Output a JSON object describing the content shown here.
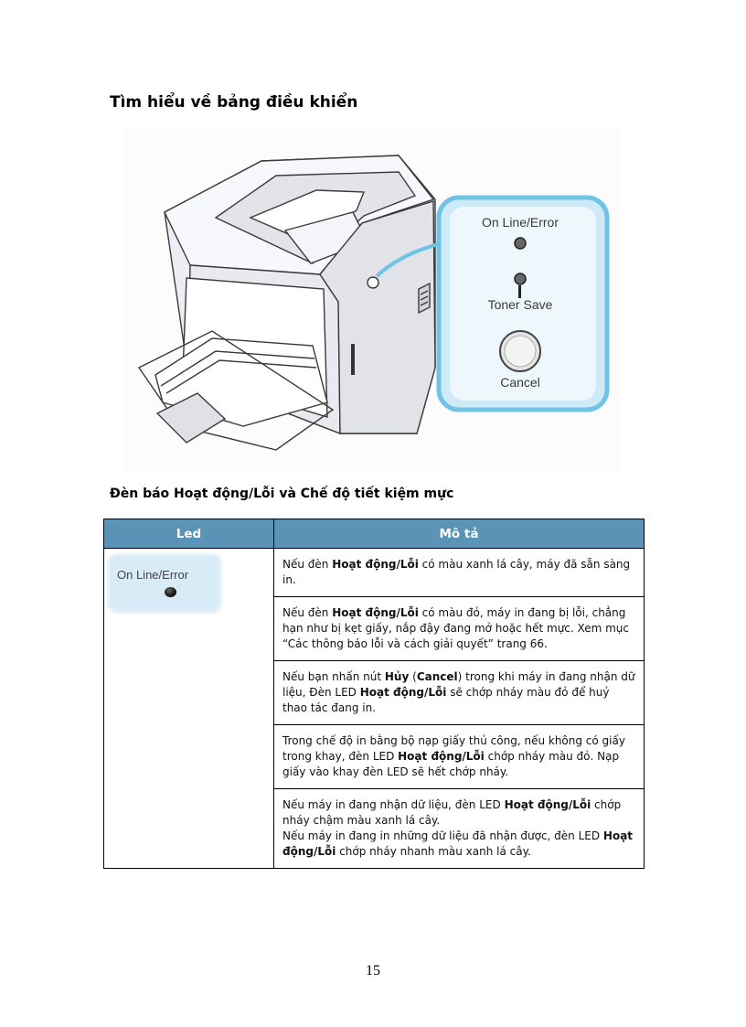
{
  "page": {
    "title": "Tìm hiểu về bảng điều khiển",
    "section_heading": "Đèn báo Hoạt động/Lỗi và Chế độ tiết kiệm mực",
    "page_number": "15"
  },
  "illustration": {
    "panel_labels": {
      "online_error": "On Line/Error",
      "toner_save": "Toner Save",
      "cancel": "Cancel"
    },
    "accent_color": "#6fc3e6"
  },
  "table": {
    "headers": {
      "led": "Led",
      "description": "Mô tả"
    },
    "header_color": "#5b93b7",
    "led_label": "On Line/Error",
    "rows": [
      {
        "parts": [
          {
            "t": "Nếu đèn "
          },
          {
            "t": "Hoạt động/Lỗi",
            "b": true
          },
          {
            "t": " có màu xanh lá cây, máy đã sẵn sàng in."
          }
        ]
      },
      {
        "parts": [
          {
            "t": "Nếu đèn "
          },
          {
            "t": "Hoạt động/Lỗi",
            "b": true
          },
          {
            "t": " có màu đỏ, máy in đang bị lỗi, chẳng hạn như bị kẹt giấy, nắp đậy đang mở hoặc hết mực. Xem mục “Các thông báo lỗi và cách giải quyết” trang 66."
          }
        ]
      },
      {
        "parts": [
          {
            "t": "Nếu bạn nhấn nút "
          },
          {
            "t": "Hủy",
            "b": true
          },
          {
            "t": " ("
          },
          {
            "t": "Cancel",
            "b": true
          },
          {
            "t": ") trong khi máy in đang nhận dữ liệu, Đèn LED "
          },
          {
            "t": "Hoạt động/Lỗi",
            "b": true
          },
          {
            "t": " sẽ chớp nháy màu đỏ để huỷ thao tác đang in."
          }
        ]
      },
      {
        "parts": [
          {
            "t": "Trong chế độ in bằng bộ nạp giấy thủ công, nếu không có giấy trong khay, đèn LED "
          },
          {
            "t": "Hoạt động/Lỗi",
            "b": true
          },
          {
            "t": " chớp nháy màu đỏ. Nạp giấy vào khay đèn LED sẽ hết chớp nháy."
          }
        ]
      },
      {
        "parts": [
          {
            "t": "Nếu máy in đang nhận dữ liệu, đèn LED "
          },
          {
            "t": "Hoạt động/Lỗi",
            "b": true
          },
          {
            "t": " chớp nháy chậm màu xanh lá cây."
          },
          {
            "br": true
          },
          {
            "t": "Nếu máy in đang in những dữ liệu đã nhận được, đèn LED "
          },
          {
            "t": "Hoạt động/Lỗi",
            "b": true
          },
          {
            "t": " chớp nháy nhanh màu xanh lá cây."
          }
        ]
      }
    ]
  }
}
